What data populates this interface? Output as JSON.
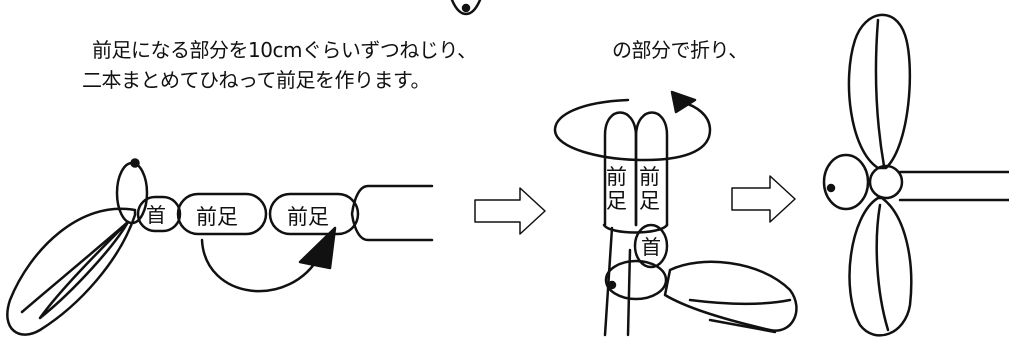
{
  "instructions": {
    "line1_left": "前足になる部分を10cmぐらいずつねじり、",
    "line1_right": "の部分で折り、",
    "line2": "二本まとめてひねって前足を作ります。"
  },
  "labels": {
    "neck": "首",
    "front_leg": "前足",
    "mae": "前",
    "ashi": "足"
  },
  "colors": {
    "ink": "#111111",
    "background": "#ffffff"
  },
  "icons": [
    "curved-arrow-icon",
    "rotation-arrow-icon",
    "right-arrow-icon"
  ]
}
